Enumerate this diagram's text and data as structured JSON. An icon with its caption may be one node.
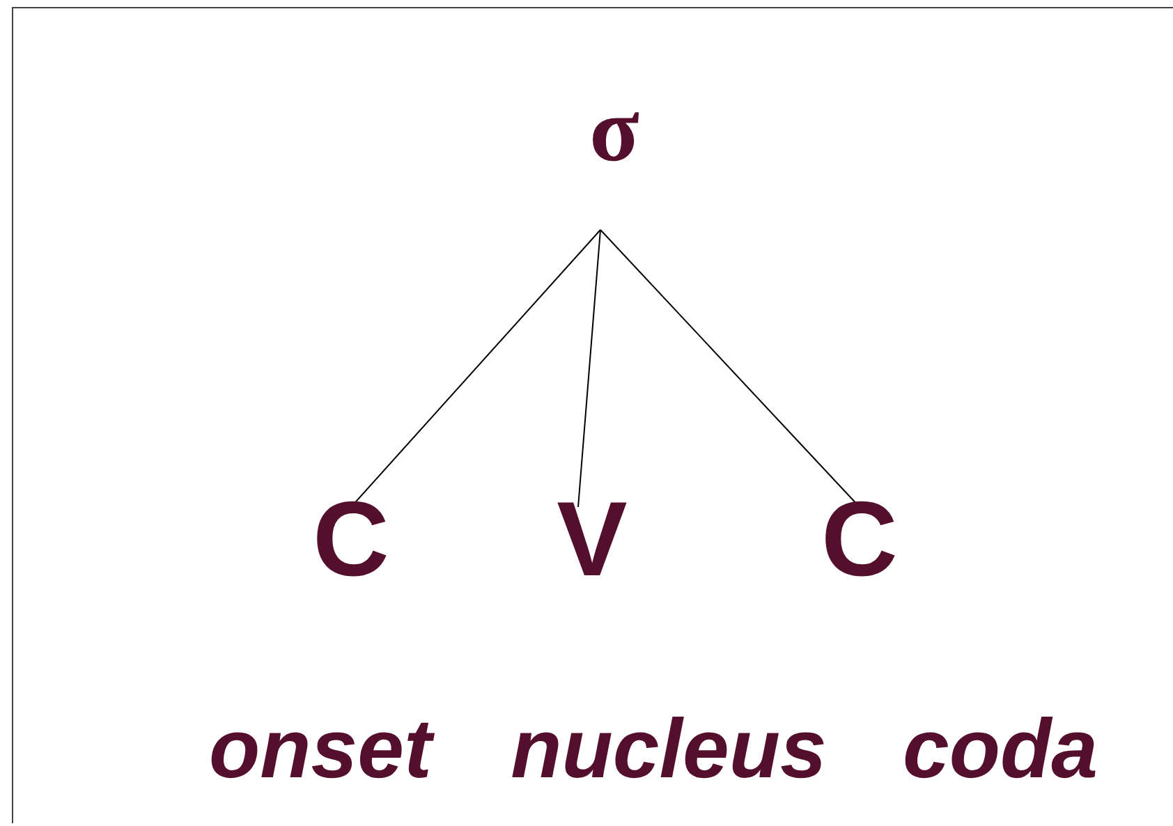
{
  "diagram": {
    "nodes": [
      {
        "text": [
          "σ"
        ]
      },
      {
        "text": [
          "C"
        ],
        "beside": [
          "onset"
        ]
      },
      {
        "text": [
          "V"
        ],
        "beside": [
          "nucleus"
        ]
      },
      {
        "text": [
          "C"
        ],
        "beside": [
          "coda"
        ]
      }
    ],
    "edges": [
      {
        "from": 0,
        "to": 1,
        "arrow": "none"
      },
      {
        "from": 0,
        "to": 2,
        "arrow": "none"
      },
      {
        "from": 0,
        "to": 3,
        "arrow": "none"
      }
    ]
  }
}
